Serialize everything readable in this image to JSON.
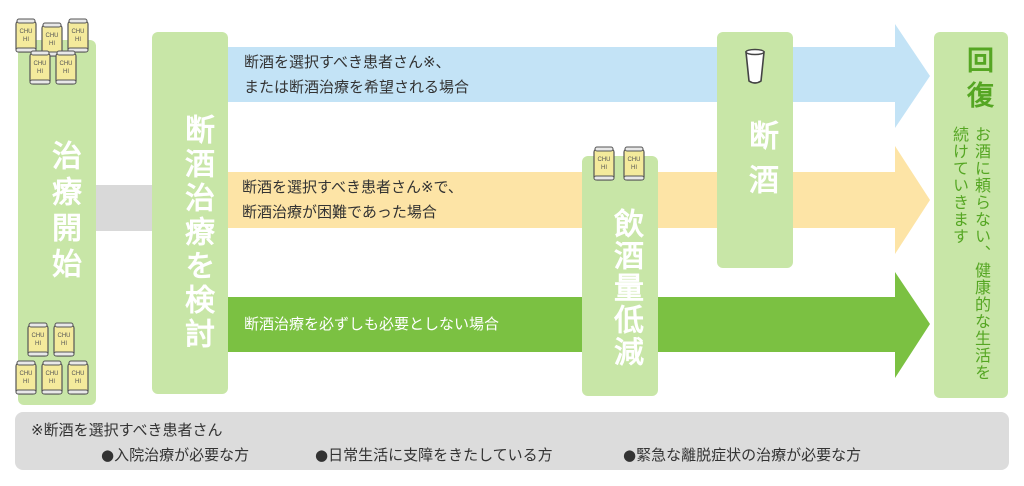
{
  "start": {
    "label": "治療開始"
  },
  "consider": {
    "label": "断酒治療を検討"
  },
  "reduce": {
    "label": "飲酒量低減"
  },
  "abstain": {
    "label": "断酒"
  },
  "recovery": {
    "title": "回復",
    "subtitle": "お酒に頼らない、健康的な生活を続けていきます"
  },
  "paths": [
    {
      "label_lines": [
        "断酒を選択すべき患者さん※、",
        "または断酒治療を希望される場合"
      ]
    },
    {
      "label_lines": [
        "断酒を選択すべき患者さん※で、",
        "断酒治療が困難であった場合"
      ]
    },
    {
      "label_lines": [
        "断酒治療を必ずしも必要としない場合"
      ]
    }
  ],
  "can_label": "CHU HI",
  "note": {
    "title": "※断酒を選択すべき患者さん",
    "items": [
      "●入院治療が必要な方",
      "●日常生活に支障をきたしている方",
      "●緊急な離脱症状の治療が必要な方"
    ]
  },
  "colors": {
    "green_box": "#c8e6a7",
    "arrow_blue": "#c3e3f6",
    "arrow_yellow": "#fde4a6",
    "arrow_green": "#7bc142",
    "connector": "#d9d9d9",
    "note_bg": "#dcdcdc"
  }
}
